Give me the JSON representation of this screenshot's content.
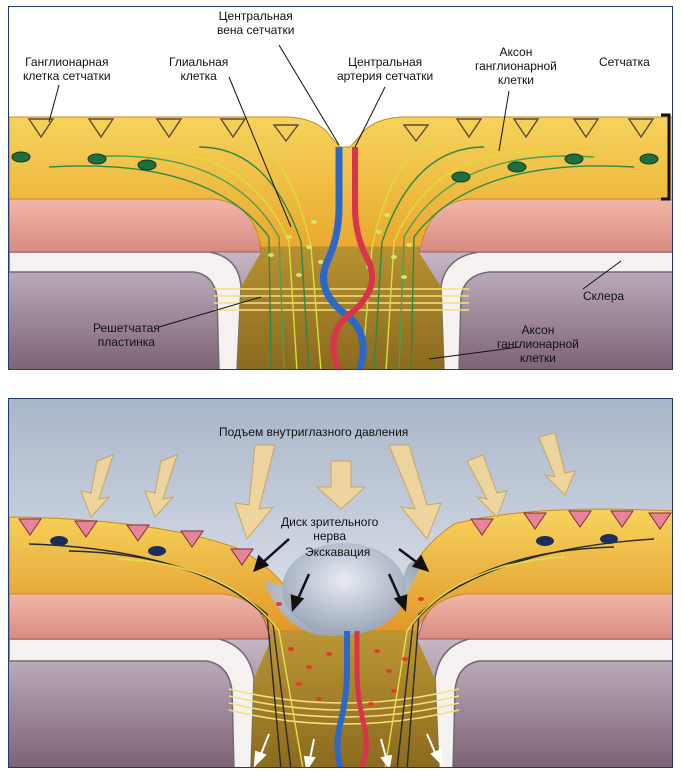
{
  "top_panel": {
    "labels": {
      "central_vein": [
        "Центральная",
        "вена сетчатки"
      ],
      "ganglion_cell": [
        "Ганглионарная",
        "клетка  сетчатки"
      ],
      "glial_cell": [
        "Глиальная",
        "клетка"
      ],
      "central_artery": [
        "Центральная",
        "артерия сетчатки"
      ],
      "axon_top": [
        "Аксон",
        "ганглионарной",
        "клетки"
      ],
      "retina": [
        "Сетчатка"
      ],
      "sclera": [
        "Склера"
      ],
      "lamina": [
        "Решетчатая",
        "пластинка"
      ],
      "axon_bottom": [
        "Аксон",
        "ганглионарной",
        "клетки"
      ]
    }
  },
  "bottom_panel": {
    "labels": {
      "pressure": [
        "Подъем внутриглазного давления"
      ],
      "optic_disc": [
        "Диск зрительного",
        "нерва"
      ],
      "excavation": [
        "Экскавация"
      ]
    }
  },
  "colors": {
    "retina_yellow": "#f3c441",
    "choroid_pink": "#e8a59a",
    "sclera_white": "#f4f1f0",
    "nerve_brown": "#a8862a",
    "vein_blue": "#2d68c9",
    "artery_red": "#d9334d",
    "cell_green": "#1f6f3e",
    "cell_navy": "#1c2f5a",
    "arrow_cream": "#f2d69a",
    "frame_navy": "#1e3a78"
  }
}
